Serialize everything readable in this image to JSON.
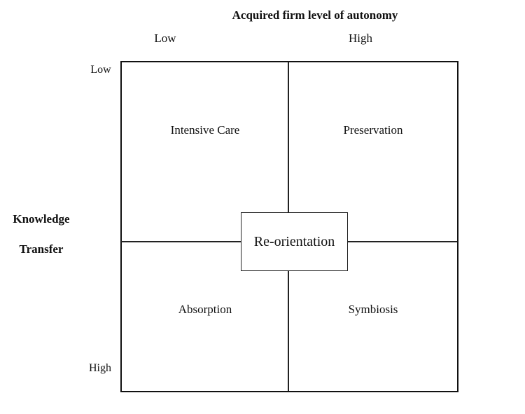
{
  "diagram": {
    "title": "Acquired firm level of autonomy",
    "x_axis": {
      "low": "Low",
      "high": "High"
    },
    "y_axis": {
      "label_line1": "Knowledge",
      "label_line2": "Transfer",
      "low": "Low",
      "high": "High"
    },
    "quadrants": {
      "top_left": "Intensive Care",
      "top_right": "Preservation",
      "bottom_left": "Absorption",
      "bottom_right": "Symbiosis"
    },
    "center": "Re-orientation"
  }
}
